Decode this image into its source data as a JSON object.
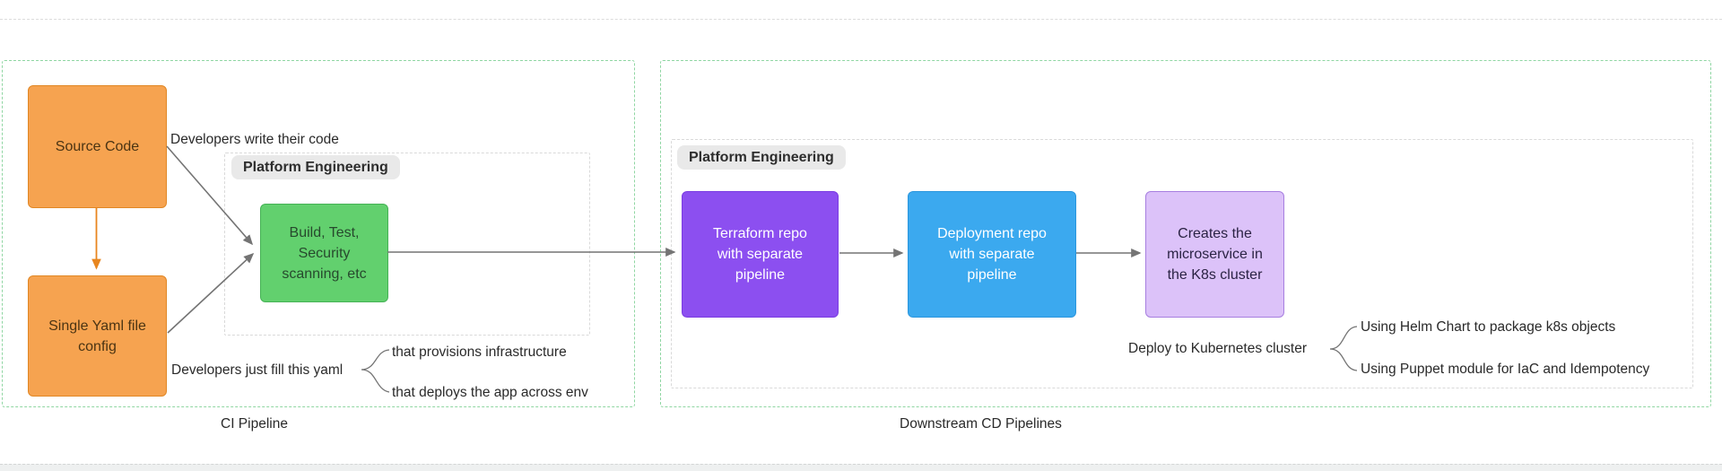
{
  "colors": {
    "canvas_bg": "#ffffff",
    "faint_line": "#dcdcdc",
    "bottom_band_bg": "#eef0f0",
    "bottom_band_line": "#d3d5d5",
    "section_border": "#8fd6a2",
    "inner_border": "#d9d9d9",
    "pill_bg": "#e9e9e9",
    "pill_text": "#2d2d2d",
    "text": "#2a2a2a",
    "arrow": "#747474",
    "orange_arrow": "#e8861f",
    "orange_fill": "#f6a350",
    "orange_border": "#e18724",
    "orange_text": "#4b3413",
    "green_fill": "#62d06e",
    "green_border": "#46b256",
    "green_text": "#27492d",
    "purple_fill": "#8c4ff0",
    "purple_border": "#7a3ce2",
    "blue_fill": "#3ba9ef",
    "blue_border": "#2b96dd",
    "lavender_fill": "#dcc2f9",
    "lavender_border": "#a77fe0",
    "lavender_text": "#2b2344",
    "white_text": "#ffffff"
  },
  "sections": [
    {
      "caption": "CI Pipeline",
      "group_label": "Platform Engineering"
    },
    {
      "caption": "Downstream CD Pipelines",
      "group_label": "Platform Engineering"
    }
  ],
  "nodes": {
    "source_code": {
      "label": "Source Code"
    },
    "yaml_config": {
      "lines": [
        "Single Yaml file",
        "config"
      ]
    },
    "build_test": {
      "lines": [
        "Build, Test,",
        "Security",
        "scanning, etc"
      ]
    },
    "terraform": {
      "lines": [
        "Terraform repo",
        "with separate",
        "pipeline"
      ]
    },
    "deployment": {
      "lines": [
        "Deployment repo",
        "with separate",
        "pipeline"
      ]
    },
    "creates_microservice": {
      "lines": [
        "Creates the",
        "microservice in",
        "the K8s cluster"
      ]
    }
  },
  "annotations": {
    "developers_write": "Developers write their code",
    "developers_fill": "Developers just fill this yaml",
    "provisions": "that provisions infrastructure",
    "deploys": "that deploys the app across env",
    "deploy_k8s": "Deploy to Kubernetes cluster",
    "helm": "Using Helm Chart to package k8s objects",
    "puppet": "Using Puppet module for IaC and Idempotency"
  }
}
